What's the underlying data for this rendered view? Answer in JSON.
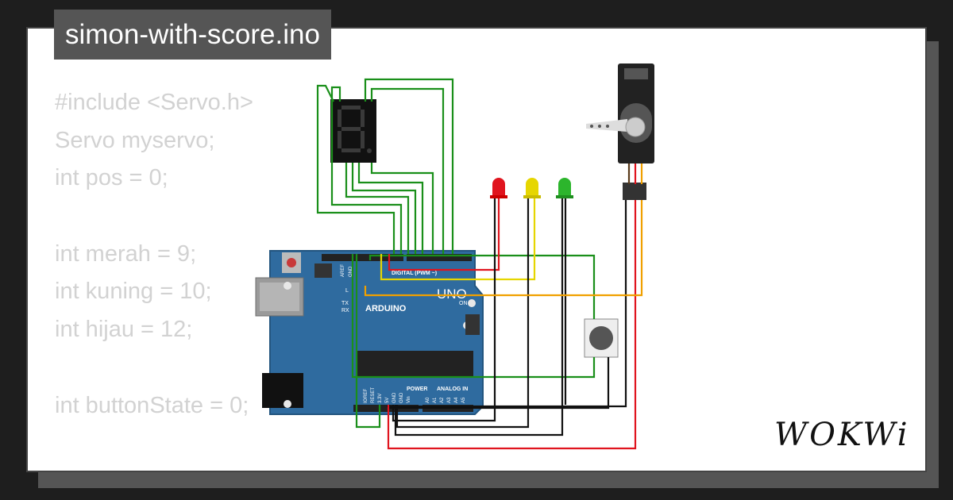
{
  "title": "simon-with-score.ino",
  "code_lines": [
    "#include <Servo.h>",
    "Servo myservo;",
    "int pos = 0;",
    "",
    "int merah = 9;",
    "int kuning = 10;",
    "int hijau = 12;",
    "",
    "int buttonState = 0;"
  ],
  "board": {
    "brand": "ARDUINO",
    "model": "UNO",
    "digital_label": "DIGITAL (PWM ~)",
    "power_label": "POWER",
    "analog_label": "ANALOG IN",
    "on_label": "ON",
    "aref": "AREF",
    "gnd": "GND",
    "l": "L",
    "tx": "TX",
    "rx": "RX",
    "power_pins": [
      "IOREF",
      "RESET",
      "3.3V",
      "5V",
      "GND",
      "GND",
      "Vin"
    ],
    "analog_pins": [
      "A0",
      "A1",
      "A2",
      "A3",
      "A4",
      "A5"
    ]
  },
  "components": {
    "leds": [
      "red",
      "yellow",
      "green"
    ],
    "seven_segment": "7-segment display",
    "servo": "servo",
    "button": "pushbutton"
  },
  "colors": {
    "wire_green": "#1a8f1a",
    "wire_red": "#e0141e",
    "wire_yellow": "#e6d600",
    "wire_black": "#111111",
    "wire_orange": "#f0a000",
    "board_blue": "#2f6b9f",
    "code_gray": "#d2d2d2",
    "title_bg": "#555555"
  },
  "logo": "WOKWi"
}
